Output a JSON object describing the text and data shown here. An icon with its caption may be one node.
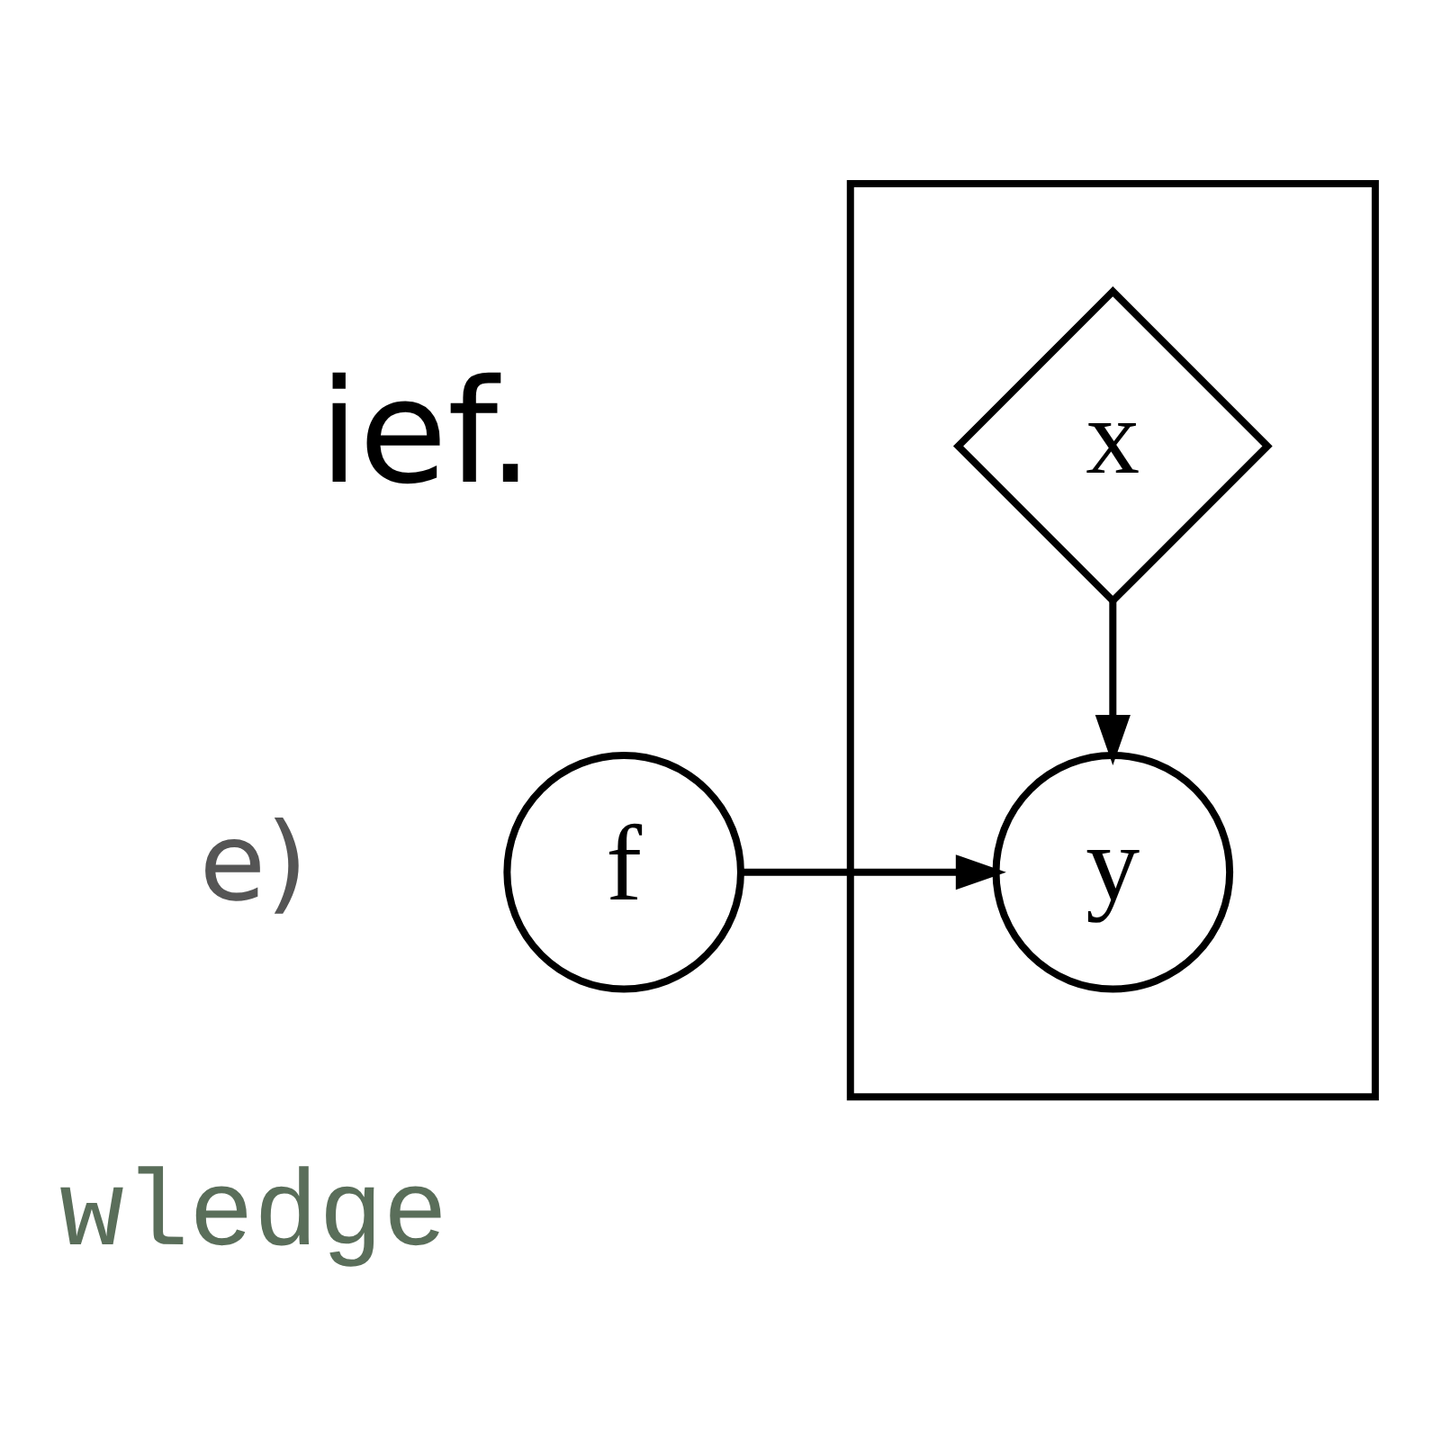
{
  "diagram": {
    "nodes": [
      {
        "text": [],
        "shape": "box"
      },
      {
        "text": [
          "x"
        ],
        "in": 0
      },
      {
        "text": [
          "y"
        ],
        "in": 0
      },
      {
        "text": [
          "f"
        ]
      }
    ],
    "edges": [
      {
        "from": 1,
        "to": 2,
        "arrow": "to"
      },
      {
        "from": 3,
        "to": 2,
        "arrow": "to"
      }
    ],
    "labels": [
      "ief.",
      "e)",
      "wledge"
    ]
  }
}
